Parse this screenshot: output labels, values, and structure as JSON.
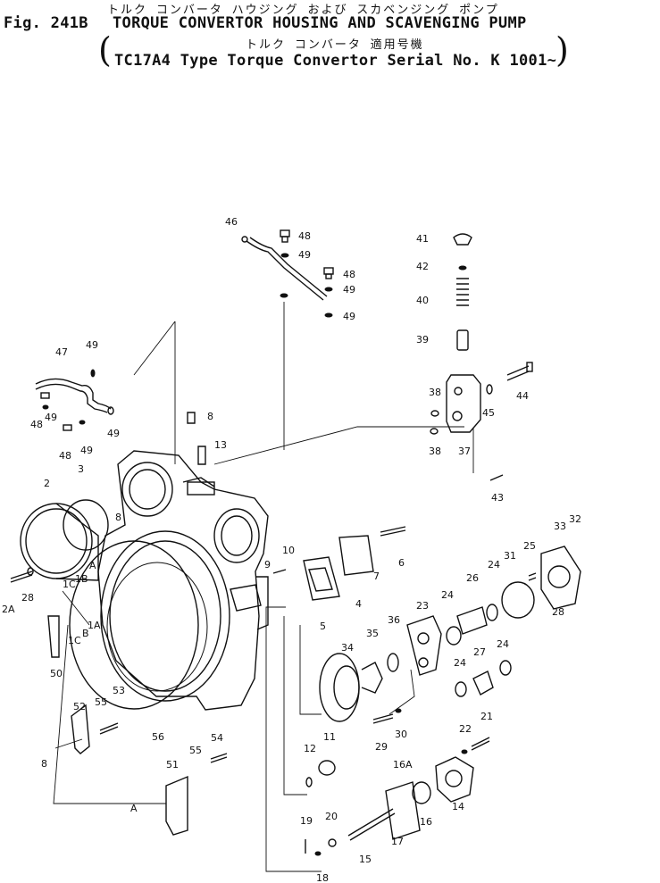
{
  "header": {
    "fig_label": "Fig. 241B",
    "title_kana": "トルク コンバータ ハウジング および スカベンジング ポンプ",
    "title": "TORQUE CONVERTOR HOUSING AND SCAVENGING PUMP",
    "subtitle_kana": "トルク コンバータ 適用号機",
    "subtitle": "TC17A4 Type Torque Convertor Serial No. K 1001~"
  },
  "callouts": [
    "46",
    "48",
    "49",
    "48",
    "49",
    "49",
    "41",
    "42",
    "40",
    "39",
    "47",
    "49",
    "49",
    "48",
    "49",
    "48",
    "49",
    "8",
    "13",
    "38",
    "38",
    "37",
    "44",
    "45",
    "43",
    "3",
    "2",
    "8",
    "33",
    "32",
    "31",
    "25",
    "28",
    "6",
    "7",
    "10",
    "9",
    "4",
    "5",
    "2A",
    "28",
    "1C",
    "1B",
    "A",
    "1A",
    "1C",
    "B",
    "24",
    "26",
    "24",
    "23",
    "36",
    "35",
    "34",
    "24",
    "27",
    "24",
    "50",
    "52",
    "55",
    "53",
    "56",
    "29",
    "30",
    "22",
    "21",
    "8",
    "51",
    "55",
    "54",
    "A",
    "12",
    "11",
    "16A",
    "14",
    "16",
    "17",
    "19",
    "20",
    "15",
    "18"
  ]
}
